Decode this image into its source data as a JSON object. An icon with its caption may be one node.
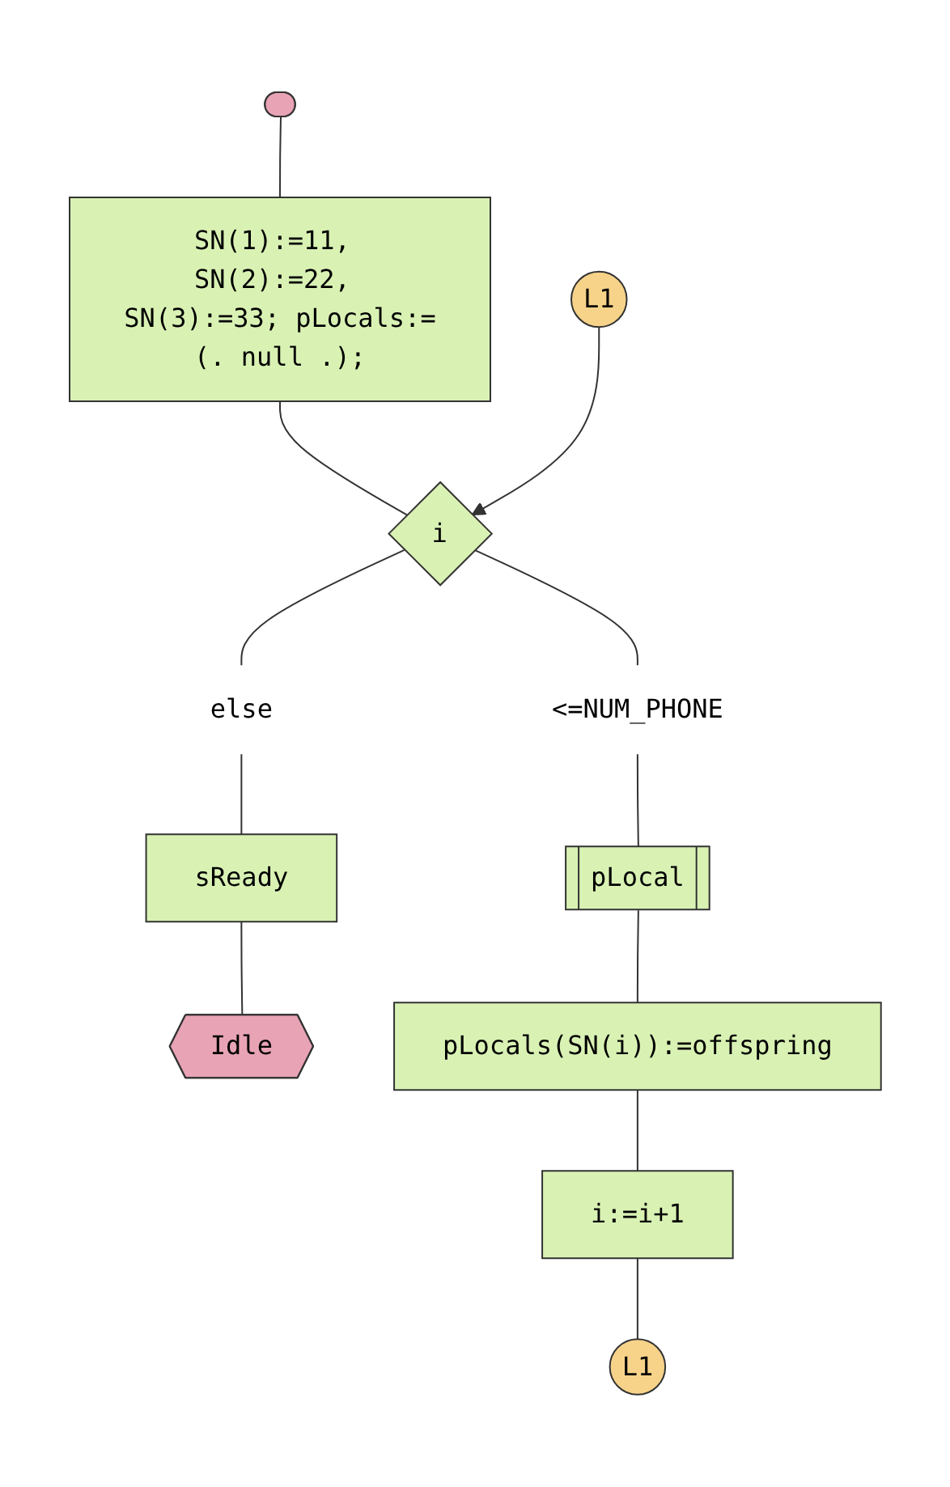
{
  "diagram": {
    "nodes": [
      {
        "text": [],
        "shape": "box"
      },
      {
        "text": [
          "SN(1):=11, SN(2):=22, SN(3):=33; pLocals:=(. null .);"
        ]
      },
      {
        "text": [
          "L1"
        ]
      },
      {
        "text": [
          "i"
        ]
      },
      {
        "text": [
          "<=NUM_PHONE"
        ]
      },
      {
        "text": [
          "else"
        ]
      },
      {
        "text": [
          "pLocal"
        ]
      },
      {
        "text": [
          "sReady"
        ]
      },
      {
        "text": [
          "Idle"
        ]
      },
      {
        "text": [
          "pLocals(SN(i)):=offspring"
        ]
      },
      {
        "text": [
          "i:=i+1"
        ]
      },
      {
        "text": [
          "L1"
        ]
      }
    ],
    "edges": [
      {
        "from": 0,
        "to": 1,
        "arrow": "none"
      },
      {
        "from": 1,
        "to": 3,
        "arrow": "none"
      },
      {
        "from": 2,
        "to": 3,
        "arrow": "to"
      },
      {
        "from": 3,
        "to": 4,
        "arrow": "none"
      },
      {
        "from": 3,
        "to": 5,
        "arrow": "none"
      },
      {
        "from": 4,
        "to": 6,
        "arrow": "none"
      },
      {
        "from": 6,
        "to": 9,
        "arrow": "none"
      },
      {
        "from": 9,
        "to": 10,
        "arrow": "none"
      },
      {
        "from": 10,
        "to": 11,
        "arrow": "none"
      },
      {
        "from": 5,
        "to": 7,
        "arrow": "none"
      },
      {
        "from": 7,
        "to": 8,
        "arrow": "none"
      }
    ]
  }
}
